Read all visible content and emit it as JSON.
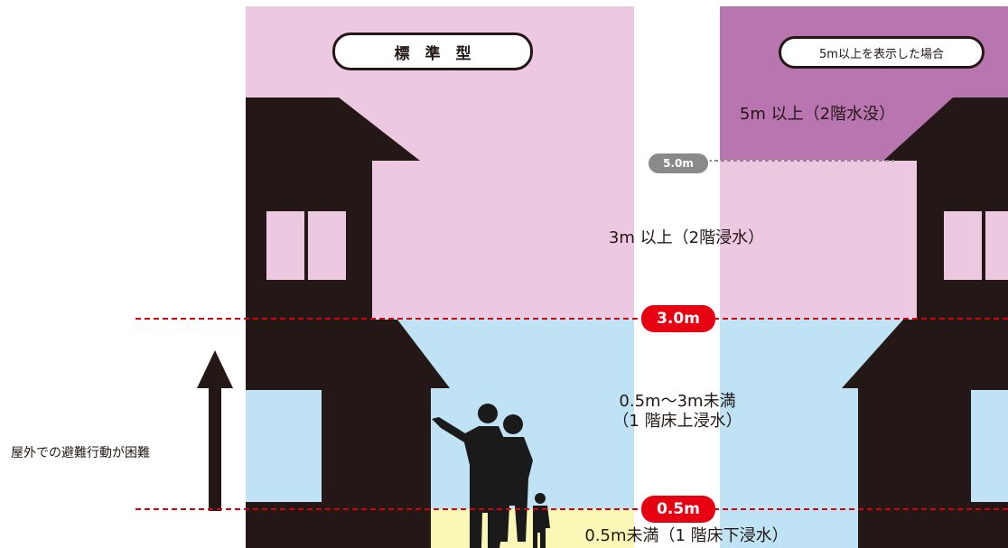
{
  "panels": {
    "standard_label": "標　準　型",
    "five_m_label": "5m以上を表示した場合"
  },
  "zones": {
    "over_5m": "5m 以上（2階水没）",
    "over_3m": "3m 以上（2階浸水）",
    "mid_line1": "0.5m～3m未満",
    "mid_line2": "（1 階床上浸水）",
    "under_05": "0.5m未満（1 階床下浸水）"
  },
  "levels": {
    "five": "5.0m",
    "three": "3.0m",
    "half": "0.5m"
  },
  "side_label": "屋外での避難行動が困難",
  "colors": {
    "pink": "#ecc9e1",
    "purple": "#b975b0",
    "blue": "#bfe2f5",
    "yellow": "#fbf7b6",
    "house": "#231815",
    "red": "#e60012",
    "gray_badge": "#8a8a8a"
  },
  "icons": {
    "arrow": "up-arrow-icon",
    "people": "family-silhouette-icon"
  }
}
